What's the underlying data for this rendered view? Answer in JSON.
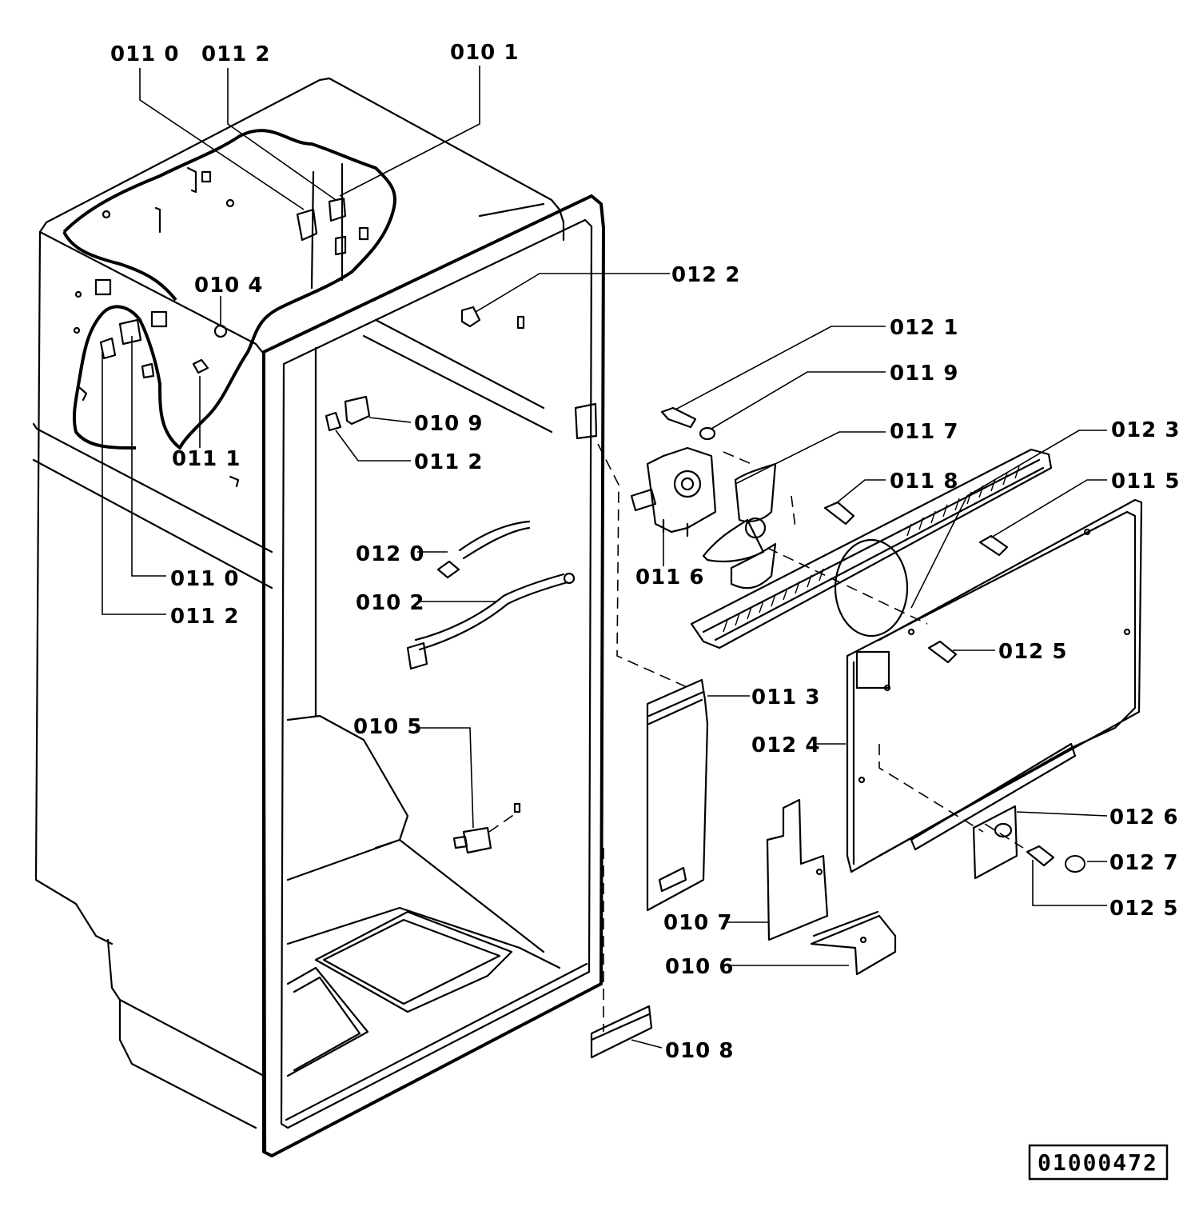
{
  "labels": [
    {
      "id": "label-0110-top",
      "text": "011 0"
    },
    {
      "id": "label-0112-top",
      "text": "011 2"
    },
    {
      "id": "label-0101",
      "text": "010 1"
    },
    {
      "id": "label-0104",
      "text": "010 4"
    },
    {
      "id": "label-0122",
      "text": "012 2"
    },
    {
      "id": "label-0121",
      "text": "012 1"
    },
    {
      "id": "label-0119",
      "text": "011 9"
    },
    {
      "id": "label-0117",
      "text": "011 7"
    },
    {
      "id": "label-0123",
      "text": "012 3"
    },
    {
      "id": "label-0118",
      "text": "011 8"
    },
    {
      "id": "label-0115",
      "text": "011 5"
    },
    {
      "id": "label-0109",
      "text": "010 9"
    },
    {
      "id": "label-0112-mid",
      "text": "011 2"
    },
    {
      "id": "label-0111",
      "text": "011 1"
    },
    {
      "id": "label-0116",
      "text": "011 6"
    },
    {
      "id": "label-0120",
      "text": "012 0"
    },
    {
      "id": "label-0110-left",
      "text": "011 0"
    },
    {
      "id": "label-0102",
      "text": "010 2"
    },
    {
      "id": "label-0112-left",
      "text": "011 2"
    },
    {
      "id": "label-0125-mid",
      "text": "012 5"
    },
    {
      "id": "label-0113",
      "text": "011 3"
    },
    {
      "id": "label-0124",
      "text": "012 4"
    },
    {
      "id": "label-0105",
      "text": "010 5"
    },
    {
      "id": "label-0126",
      "text": "012 6"
    },
    {
      "id": "label-0127",
      "text": "012 7"
    },
    {
      "id": "label-0125-low",
      "text": "012 5"
    },
    {
      "id": "label-0107",
      "text": "010 7"
    },
    {
      "id": "label-0106",
      "text": "010 6"
    },
    {
      "id": "label-0108",
      "text": "010 8"
    }
  ],
  "document_number": "01000472"
}
